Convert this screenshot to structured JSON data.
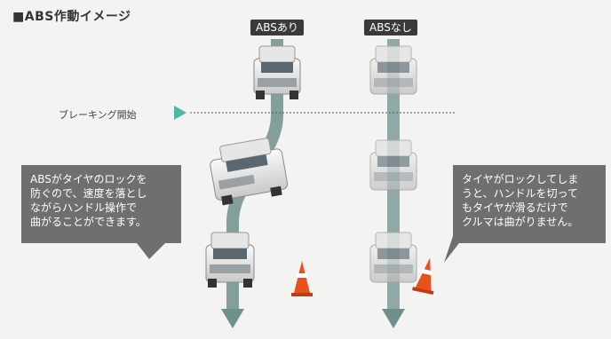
{
  "title": "■ABS作動イメージ",
  "columns": {
    "with_abs": "ABSあり",
    "without_abs": "ABSなし"
  },
  "braking_start": "ブレーキング開始",
  "callouts": {
    "left": [
      "ABSがタイヤのロックを",
      "防ぐので、速度を落とし",
      "ながらハンドル操作で",
      "曲がることができます。"
    ],
    "right": [
      "タイヤがロックしてしま",
      "うと、ハンドルを切って",
      "もタイヤが滑るだけで",
      "クルマは曲がりません。"
    ]
  },
  "colors": {
    "arrow": "#6f8f8c",
    "marker": "#4db8a8",
    "bubble": "#6f6f6f",
    "label_bg": "#3a3a3a",
    "cone": "#e8501e"
  }
}
